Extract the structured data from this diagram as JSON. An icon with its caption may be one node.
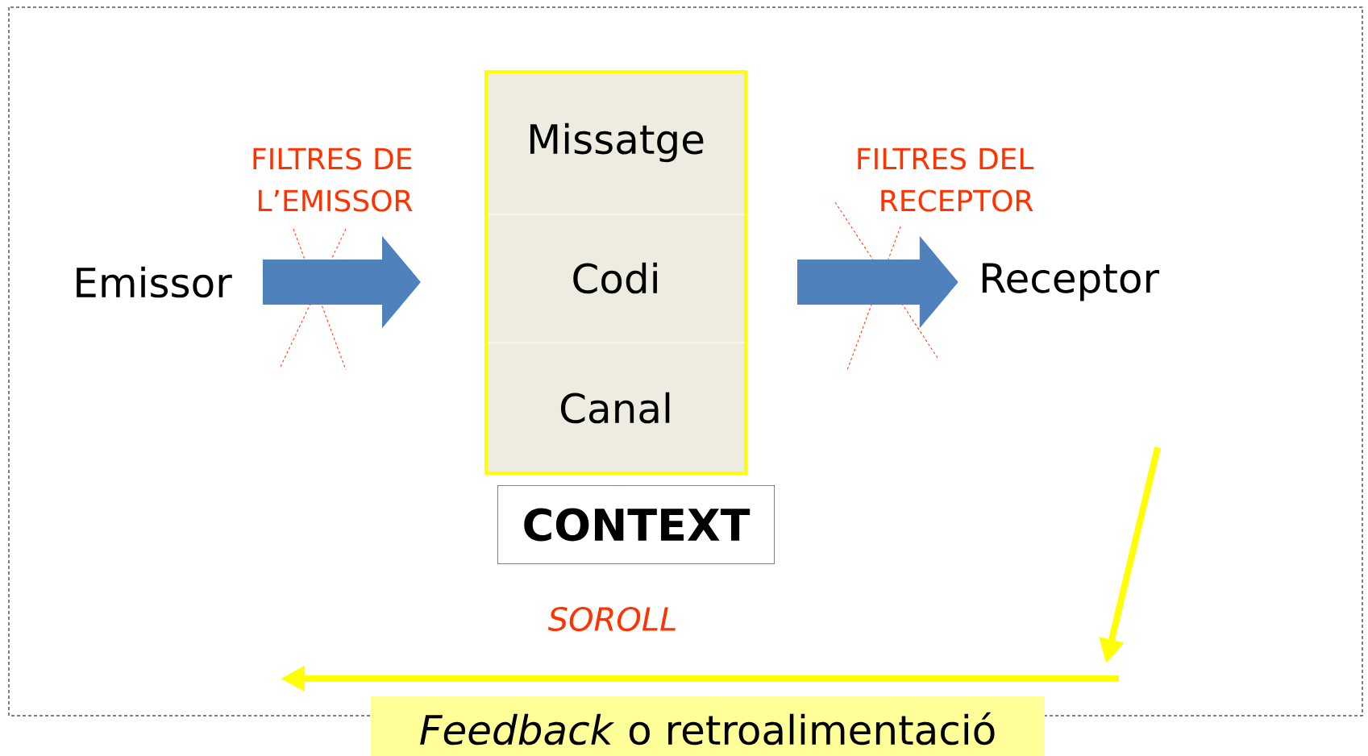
{
  "diagram": {
    "nodes": [
      {
        "text": [
          "Emissor"
        ]
      },
      {
        "text": [],
        "shape": "box"
      },
      {
        "text": [
          "Missatge"
        ],
        "in": 1
      },
      {
        "text": [
          "Codi"
        ],
        "in": 1
      },
      {
        "text": [
          "Canal"
        ],
        "in": 1
      },
      {
        "text": [
          "Receptor"
        ]
      },
      {
        "text": [
          "CONTEXT"
        ]
      },
      {
        "text": [
          "*Feedback* o retroalimentació"
        ]
      }
    ],
    "edges": [
      {
        "from": 0,
        "to": 1,
        "arrow": "to",
        "color": "#4f81bd"
      },
      {
        "from": 1,
        "to": 5,
        "arrow": "to",
        "color": "#4f81bd"
      }
    ],
    "labels": [
      "FILTRES DE L’EMISSOR",
      "FILTRES DEL RECEPTOR",
      "SOROLL"
    ]
  }
}
